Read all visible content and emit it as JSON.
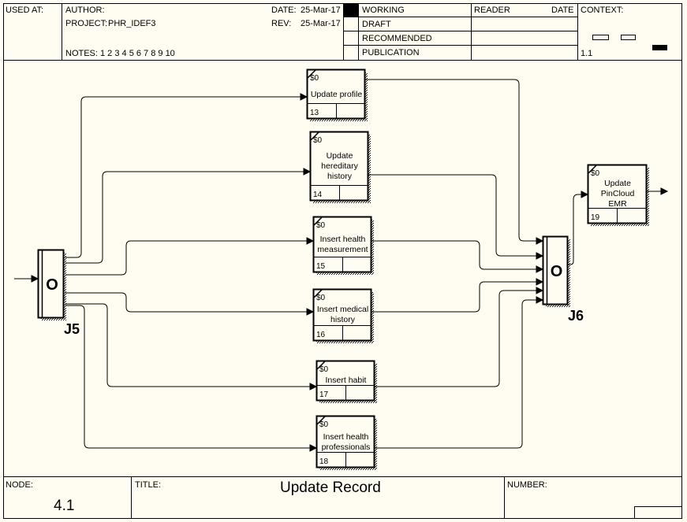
{
  "header": {
    "used_at_label": "USED AT:",
    "author_label": "AUTHOR:",
    "project_label": "PROJECT:",
    "project_value": "PHR_IDEF3",
    "notes_label": "NOTES:",
    "notes_value": "1 2 3 4 5 6 7 8 9 10",
    "date_label": "DATE:",
    "date_value": "25-Mar-17",
    "rev_label": "REV:",
    "rev_value": "25-Mar-17",
    "status": [
      "WORKING",
      "DRAFT",
      "RECOMMENDED",
      "PUBLICATION"
    ],
    "reader_label": "READER",
    "reader_date_label": "DATE",
    "context_label": "CONTEXT:",
    "context_value": "1.1"
  },
  "footer": {
    "node_label": "NODE:",
    "node_value": "4.1",
    "title_label": "TITLE:",
    "title_value": "Update Record",
    "number_label": "NUMBER:"
  },
  "diagram": {
    "boxes": [
      {
        "id": "13",
        "cost": "$0",
        "lines": [
          "Update profile"
        ]
      },
      {
        "id": "14",
        "cost": "$0",
        "lines": [
          "Update",
          "hereditary",
          "history"
        ]
      },
      {
        "id": "15",
        "cost": "$0",
        "lines": [
          "Insert health",
          "measurement"
        ]
      },
      {
        "id": "16",
        "cost": "$0",
        "lines": [
          "Insert medical",
          "history"
        ]
      },
      {
        "id": "17",
        "cost": "$0",
        "lines": [
          "Insert habit"
        ]
      },
      {
        "id": "18",
        "cost": "$0",
        "lines": [
          "Insert health",
          "professionals"
        ]
      },
      {
        "id": "19",
        "cost": "$0",
        "lines": [
          "Update",
          "PinCloud",
          "EMR"
        ]
      }
    ],
    "junctions": [
      {
        "symbol": "O",
        "label": "J5"
      },
      {
        "symbol": "O",
        "label": "J6"
      }
    ]
  }
}
